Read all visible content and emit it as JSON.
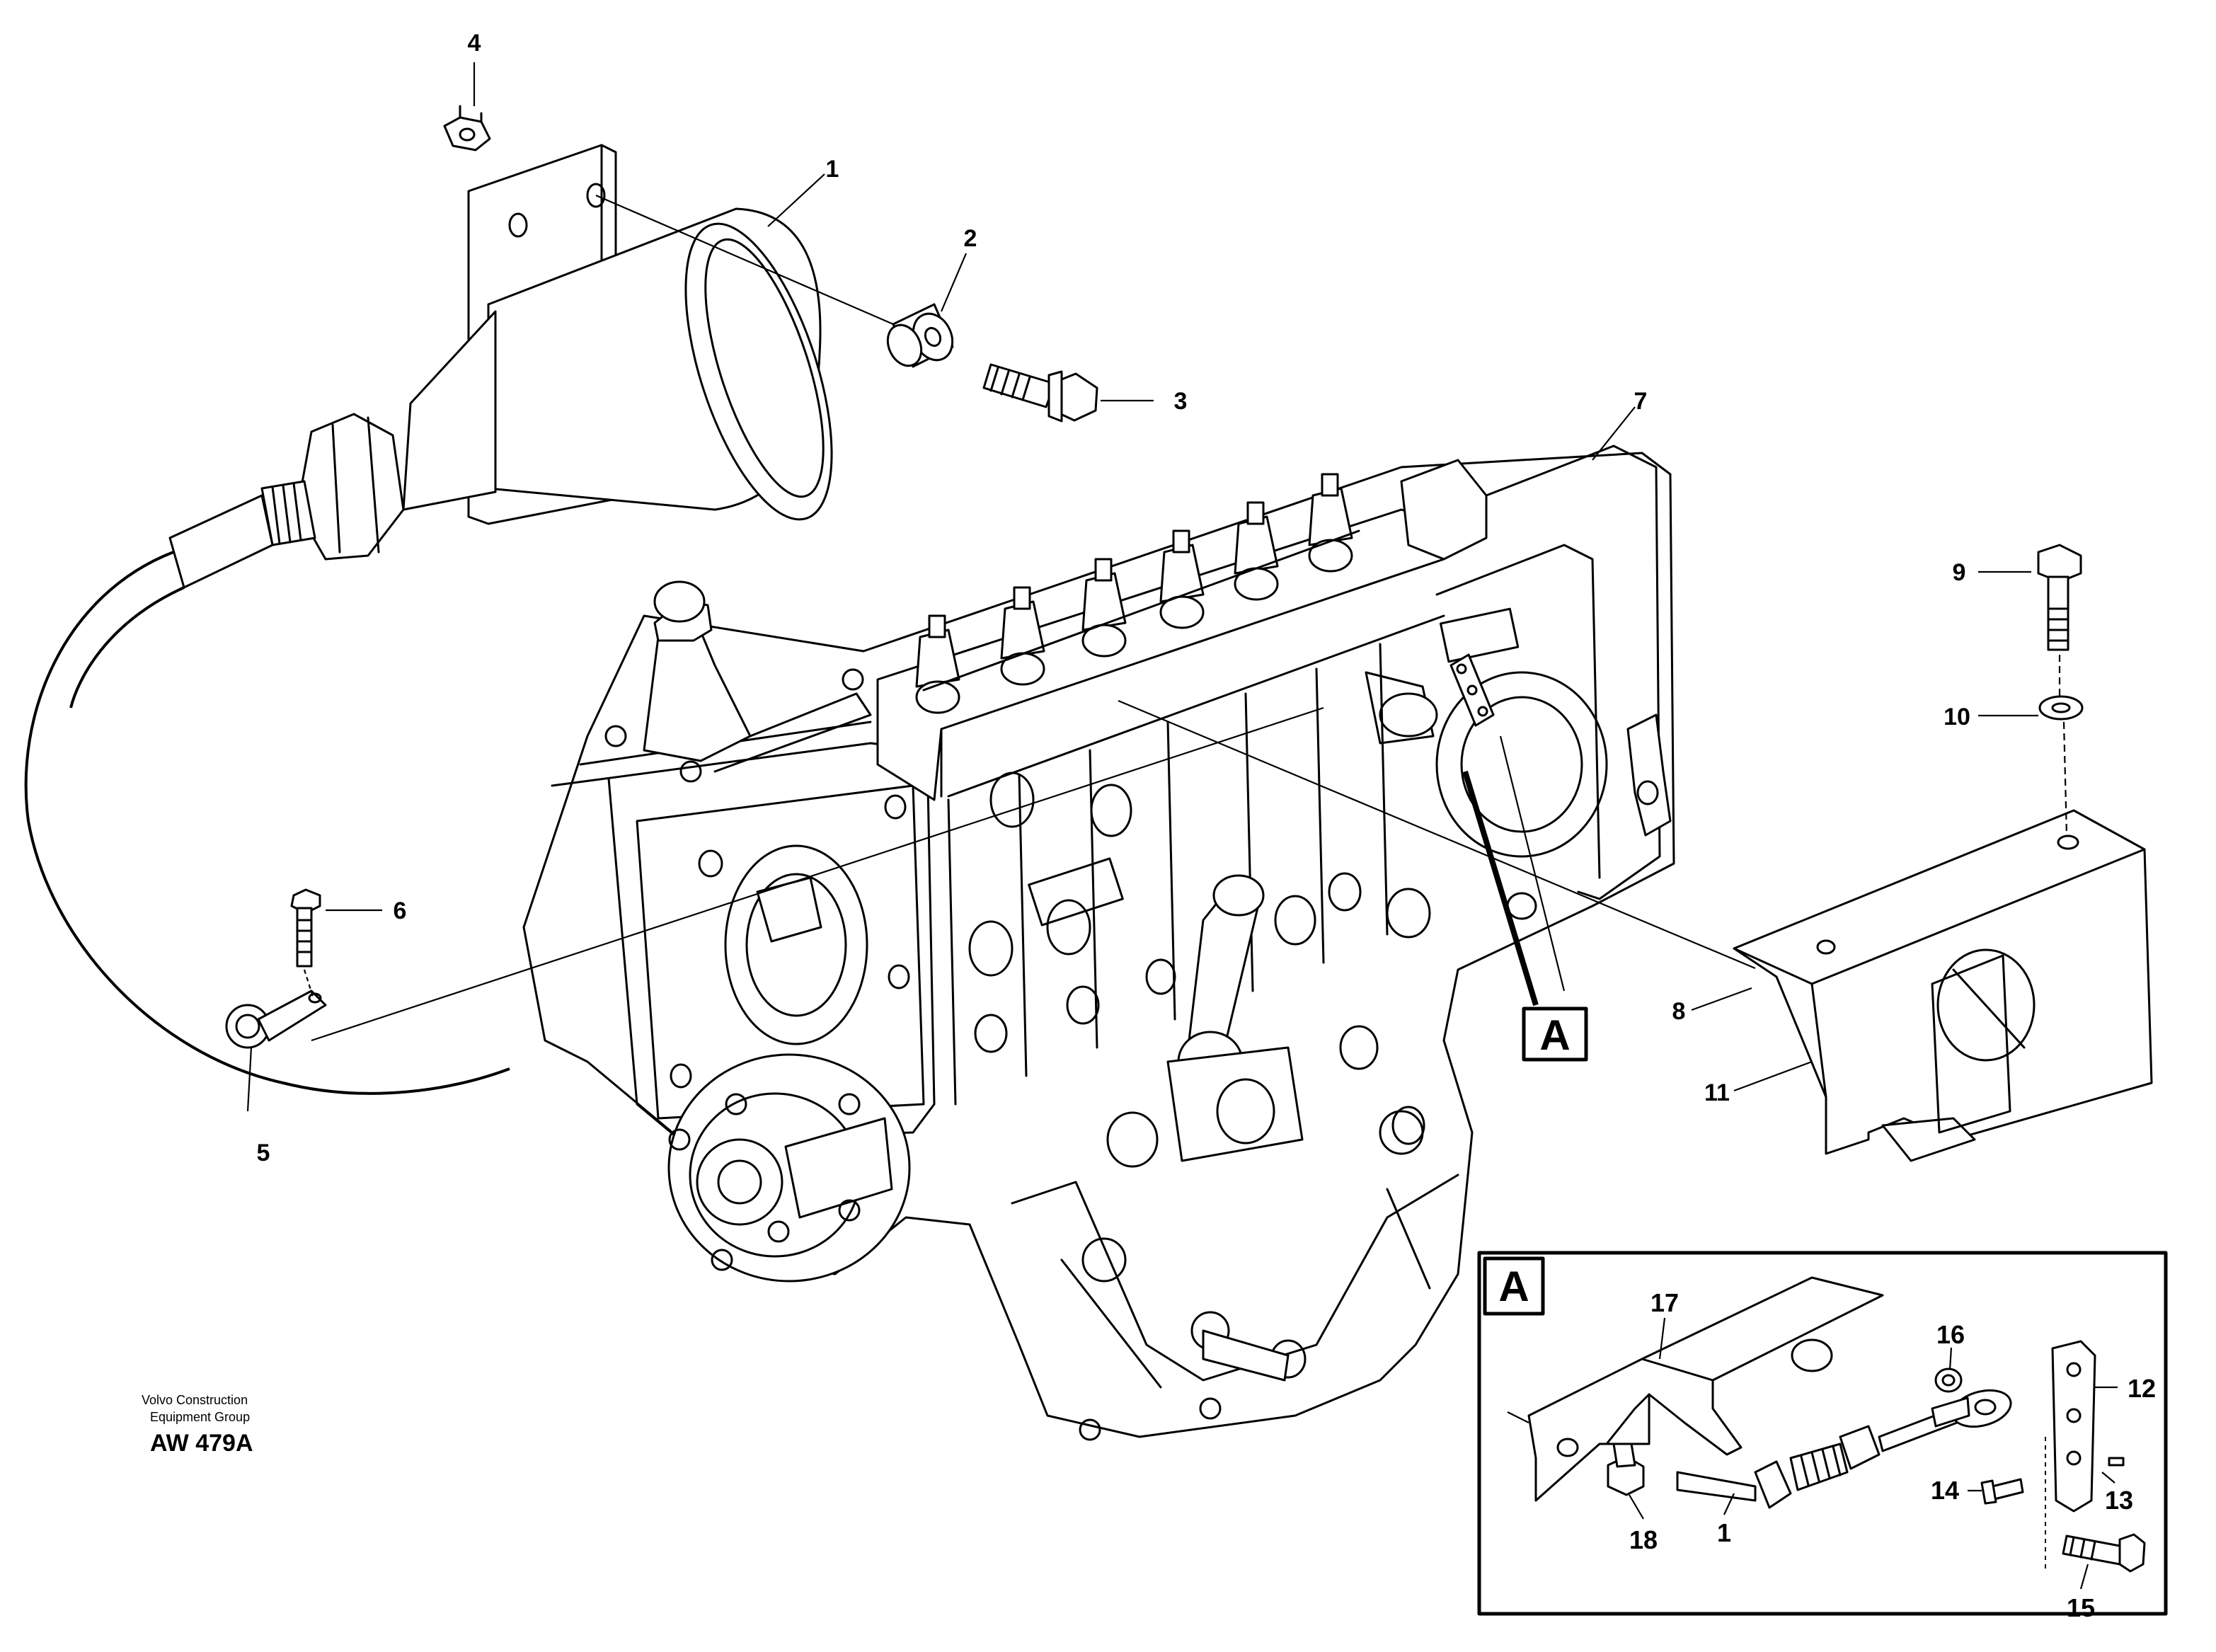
{
  "callouts": {
    "c1": "1",
    "c2": "2",
    "c3": "3",
    "c4": "4",
    "c5": "5",
    "c6": "6",
    "c7": "7",
    "c8": "8",
    "c9": "9",
    "c10": "10",
    "c11": "11"
  },
  "detail_marker": "A",
  "inset": {
    "letter": "A",
    "callouts": {
      "c17": "17",
      "c16": "16",
      "c12": "12",
      "c14": "14",
      "c13": "13",
      "c18": "18",
      "c1": "1",
      "c15": "15"
    }
  },
  "credit": {
    "line1": "Volvo Construction",
    "line2": "Equipment Group",
    "code": "AW 479A"
  }
}
